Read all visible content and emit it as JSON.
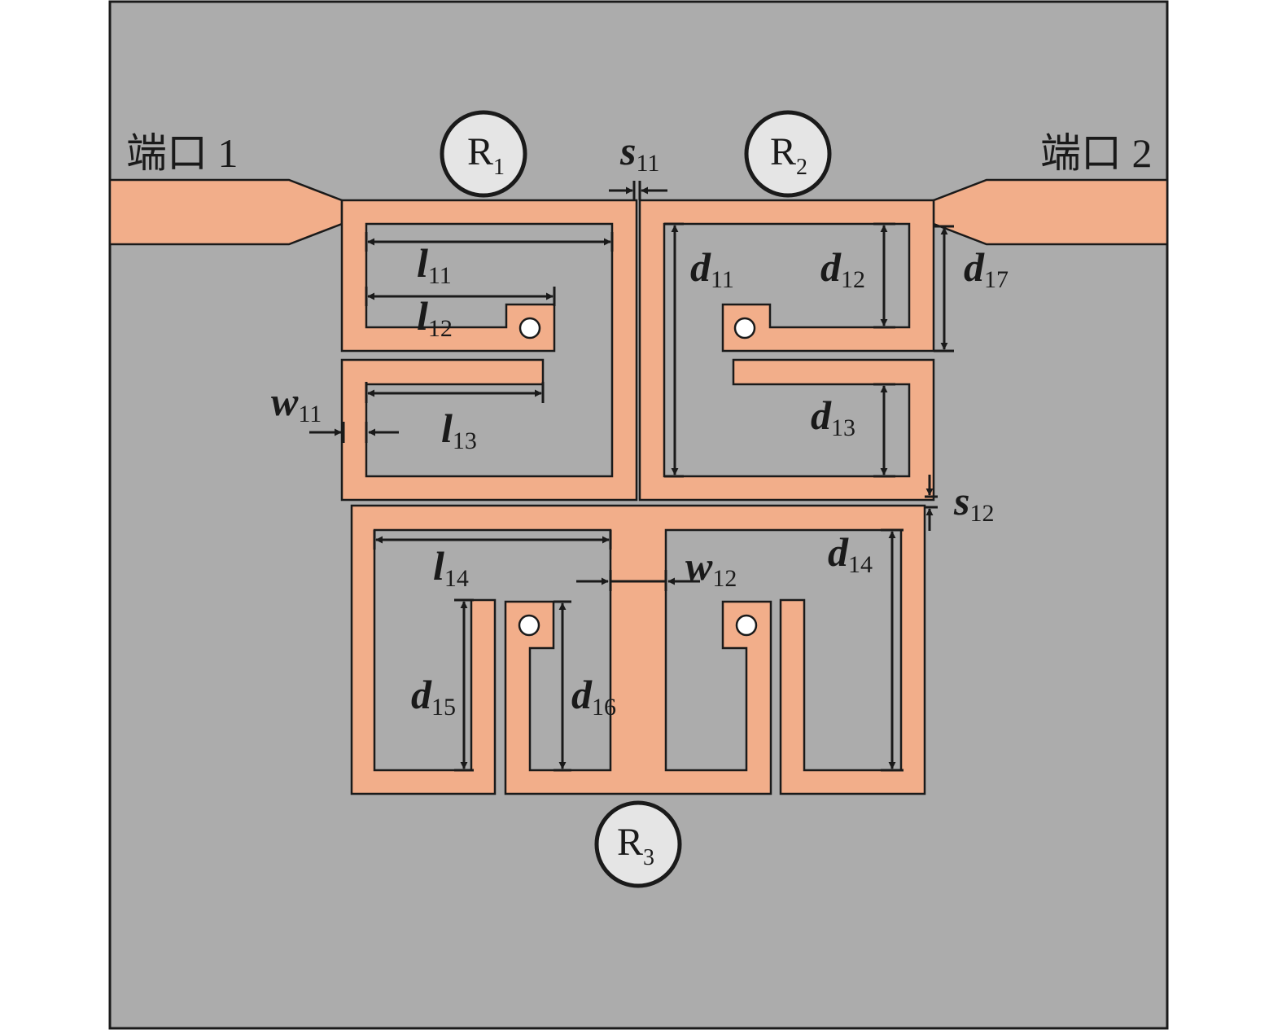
{
  "colors": {
    "substrate": "#acacac",
    "copper": "#f2ae8a",
    "outline": "#1a1a1a",
    "resistor_fill": "#e5e5e5",
    "via": "#ffffff"
  },
  "ports": [
    {
      "id": "port1",
      "text": "端口 1"
    },
    {
      "id": "port2",
      "text": "端口 2"
    }
  ],
  "resistors": [
    {
      "main": "R",
      "sub": "1"
    },
    {
      "main": "R",
      "sub": "2"
    },
    {
      "main": "R",
      "sub": "3"
    }
  ],
  "dimensions": [
    {
      "main": "l",
      "sub": "11"
    },
    {
      "main": "l",
      "sub": "12"
    },
    {
      "main": "l",
      "sub": "13"
    },
    {
      "main": "l",
      "sub": "14"
    },
    {
      "main": "d",
      "sub": "11"
    },
    {
      "main": "d",
      "sub": "12"
    },
    {
      "main": "d",
      "sub": "13"
    },
    {
      "main": "d",
      "sub": "14"
    },
    {
      "main": "d",
      "sub": "15"
    },
    {
      "main": "d",
      "sub": "16"
    },
    {
      "main": "d",
      "sub": "17"
    },
    {
      "main": "w",
      "sub": "11"
    },
    {
      "main": "w",
      "sub": "12"
    },
    {
      "main": "s",
      "sub": "11"
    },
    {
      "main": "s",
      "sub": "12"
    }
  ]
}
